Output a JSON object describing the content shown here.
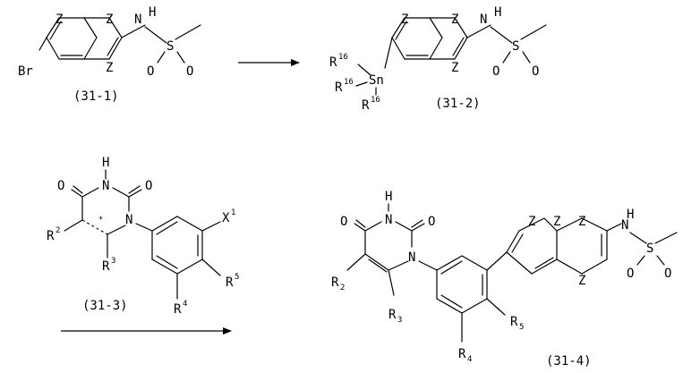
{
  "atoms": {
    "z": "Z",
    "nh": "N",
    "h": "H",
    "s": "S",
    "o": "O",
    "n": "N",
    "br": "Br",
    "sn": "Sn",
    "r": "R",
    "x": "X",
    "star": "*"
  },
  "superscripts": {
    "r16": "16",
    "r2": "2",
    "r3": "3",
    "r4": "4",
    "r5": "5",
    "x1": "1"
  },
  "subscripts": {
    "r2": "2",
    "r3": "3",
    "r4": "4",
    "r5": "5"
  },
  "compounds": {
    "c311": "(31-1)",
    "c312": "(31-2)",
    "c313": "(31-3)",
    "c314": "(31-4)"
  },
  "colors": {
    "ink": "#000000",
    "background": "#ffffff"
  }
}
